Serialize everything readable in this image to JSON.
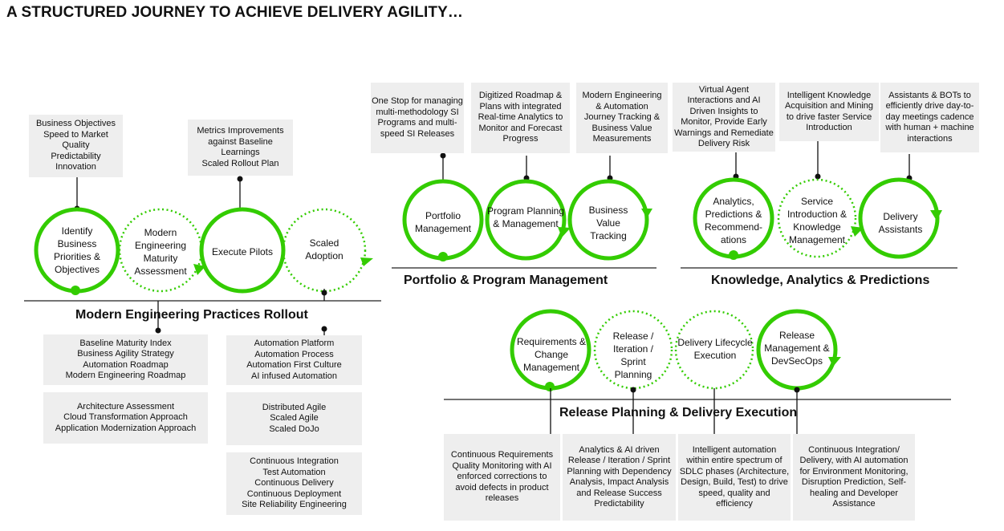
{
  "title": "A STRUCTURED JOURNEY TO ACHIEVE DELIVERY AGILITY…",
  "colors": {
    "accent": "#33cc00",
    "box": "#eeeeee",
    "line": "#111111"
  },
  "sections": {
    "rollout": {
      "title": "Modern Engineering Practices Rollout",
      "stages": [
        {
          "lines": [
            "Identify",
            "Business",
            "Priorities &",
            "Objectives"
          ]
        },
        {
          "lines": [
            "Modern",
            "Engineering",
            "Maturity",
            "Assessment"
          ]
        },
        {
          "lines": [
            "Execute Pilots"
          ]
        },
        {
          "lines": [
            "Scaled",
            "Adoption"
          ]
        }
      ],
      "top_boxes": [
        {
          "lines": [
            "Business Objectives",
            "Speed to Market",
            "Quality",
            "Predictability",
            "Innovation"
          ]
        },
        {
          "lines": [
            "Metrics Improvements",
            "against Baseline",
            "Learnings",
            "Scaled Rollout Plan"
          ]
        }
      ],
      "bottom_boxes": [
        {
          "lines": [
            "Baseline Maturity Index",
            "Business Agility Strategy",
            "Automation Roadmap",
            "Modern Engineering Roadmap"
          ]
        },
        {
          "lines": [
            "Architecture Assessment",
            "Cloud Transformation Approach",
            "Application Modernization Approach"
          ]
        },
        {
          "lines": [
            "Automation Platform",
            "Automation Process",
            "Automation First Culture",
            "AI infused Automation"
          ]
        },
        {
          "lines": [
            "Distributed Agile",
            "Scaled Agile",
            "Scaled DoJo"
          ]
        },
        {
          "lines": [
            "Continuous Integration",
            "Test Automation",
            "Continuous Delivery",
            "Continuous Deployment",
            "Site Reliability Engineering"
          ]
        }
      ]
    },
    "portfolio": {
      "title": "Portfolio & Program Management",
      "stages": [
        {
          "lines": [
            "Portfolio",
            "Management"
          ]
        },
        {
          "lines": [
            "Program Planning",
            "& Management"
          ]
        },
        {
          "lines": [
            "Business",
            "Value",
            "Tracking"
          ]
        }
      ],
      "top_boxes": [
        {
          "lines": [
            "One Stop for managing",
            "multi-methodology SI",
            "Programs and multi-",
            "speed SI Releases"
          ]
        },
        {
          "lines": [
            "Digitized Roadmap &",
            "Plans with integrated",
            "Real-time Analytics to",
            "Monitor and Forecast",
            "Progress"
          ]
        },
        {
          "lines": [
            "Modern Engineering",
            "& Automation",
            "Journey Tracking &",
            "Business Value",
            "Measurements"
          ]
        }
      ]
    },
    "knowledge": {
      "title": "Knowledge, Analytics & Predictions",
      "stages": [
        {
          "lines": [
            "Analytics,",
            "Predictions &",
            "Recommend-",
            "ations"
          ]
        },
        {
          "lines": [
            "Service",
            "Introduction &",
            "Knowledge",
            "Management"
          ]
        },
        {
          "lines": [
            "Delivery",
            "Assistants"
          ]
        }
      ],
      "top_boxes": [
        {
          "lines": [
            "Virtual Agent",
            "Interactions and AI",
            "Driven Insights to",
            "Monitor, Provide Early",
            "Warnings and Remediate",
            "Delivery Risk"
          ]
        },
        {
          "lines": [
            "Intelligent Knowledge",
            "Acquisition and Mining",
            "to drive faster Service",
            "Introduction"
          ]
        },
        {
          "lines": [
            "Assistants & BOTs to",
            "efficiently drive day-to-",
            "day meetings cadence",
            "with human + machine",
            "interactions"
          ]
        }
      ]
    },
    "release": {
      "title": "Release Planning & Delivery Execution",
      "stages": [
        {
          "lines": [
            "Requirements &",
            "Change",
            "Management"
          ]
        },
        {
          "lines": [
            "Release /",
            "Iteration /",
            "Sprint",
            "Planning"
          ]
        },
        {
          "lines": [
            "Delivery Lifecycle",
            "Execution"
          ]
        },
        {
          "lines": [
            "Release",
            "Management &",
            "DevSecOps"
          ]
        }
      ],
      "bottom_boxes": [
        {
          "lines": [
            "Continuous Requirements",
            "Quality Monitoring with AI",
            "enforced corrections to",
            "avoid defects in product",
            "releases"
          ]
        },
        {
          "lines": [
            "Analytics & AI driven",
            "Release / Iteration / Sprint",
            "Planning with Dependency",
            "Analysis, Impact Analysis",
            "and Release Success",
            "Predictability"
          ]
        },
        {
          "lines": [
            "Intelligent automation",
            "within entire spectrum of",
            "SDLC phases (Architecture,",
            "Design, Build, Test) to drive",
            "speed, quality and",
            "efficiency"
          ]
        },
        {
          "lines": [
            "Continuous Integration/",
            "Delivery, with AI automation",
            "for Environment Monitoring,",
            "Disruption Prediction, Self-",
            "healing and Developer",
            "Assistance"
          ]
        }
      ]
    }
  }
}
